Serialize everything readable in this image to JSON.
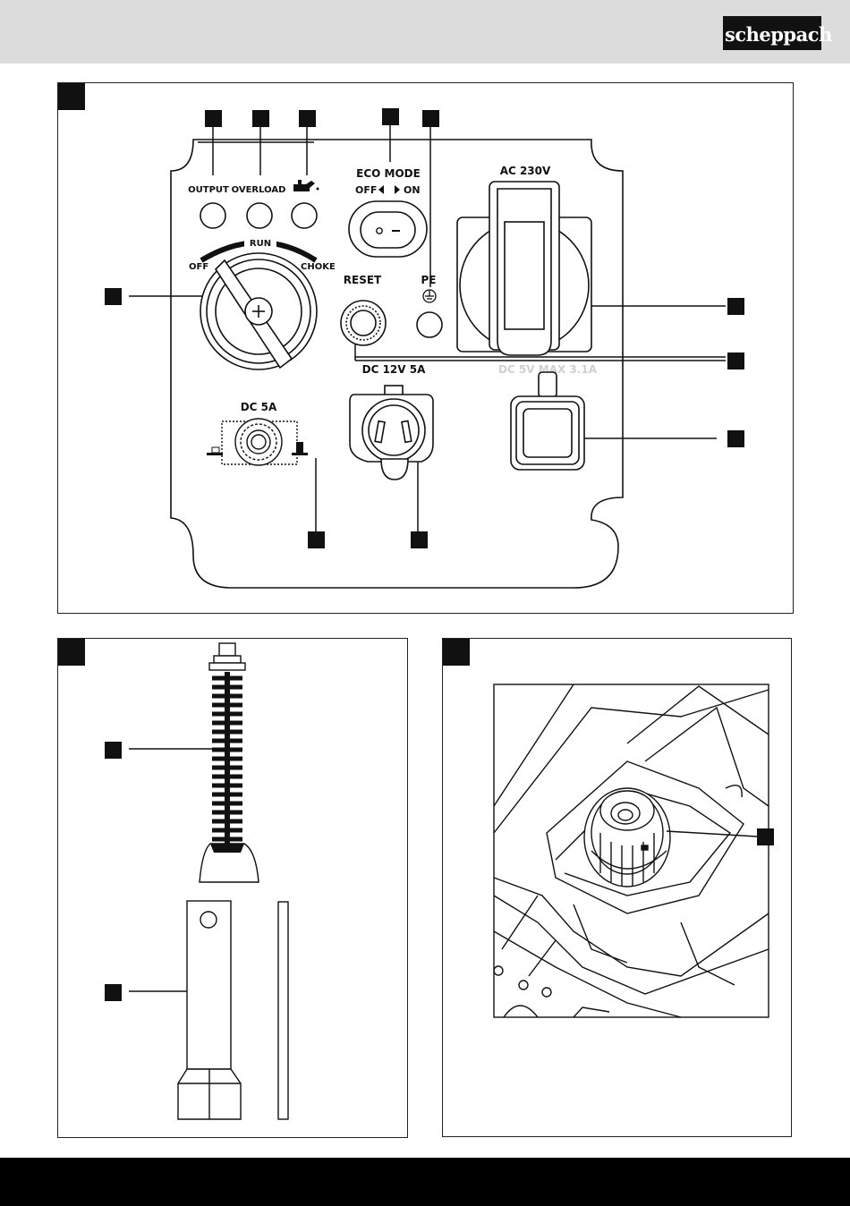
{
  "brand": {
    "logo_text": "scheppach"
  },
  "figure1": {
    "output_label": "OUTPUT",
    "overload_label": "OVERLOAD",
    "eco_mode_label": "ECO MODE",
    "eco_off_label": "OFF",
    "eco_on_label": "ON",
    "ac_label": "AC 230V",
    "run_label": "RUN",
    "off_label": "OFF",
    "choke_label": "CHOKE",
    "reset_label": "RESET",
    "pe_label": "PE",
    "dc12_label": "DC 12V 5A",
    "dc5v_label": "DC 5V  MAX 3.1A",
    "dc5a_label": "DC 5A"
  },
  "colors": {
    "ink": "#111111",
    "header_gray": "#dcdcdc",
    "footer_black": "#000000",
    "faint": "#cfcfcf"
  },
  "icons": [
    "oil-can-icon",
    "ground-icon",
    "dc-polarity-icon"
  ]
}
